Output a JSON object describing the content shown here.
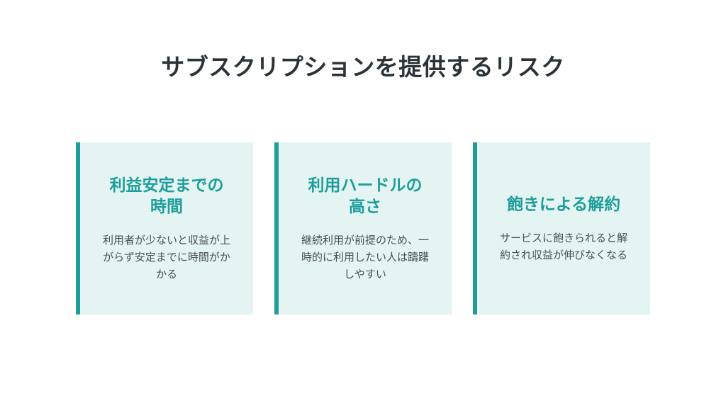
{
  "slide": {
    "title": "サブスクリプションを提供するリスク"
  },
  "cards": [
    {
      "title": "利益安定までの時間",
      "body": "利用者が少ないと収益が上がらず安定までに時間がかかる"
    },
    {
      "title": "利用ハードルの高さ",
      "body": "継続利用が前提のため、一時的に利用したい人は躊躇しやすい"
    },
    {
      "title": "飽きによる解約",
      "body": "サービスに飽きられると解約され収益が伸びなくなる"
    }
  ],
  "colors": {
    "accent": "#1f9e99",
    "card_background": "#e3f4f3",
    "title_text": "#2b3338",
    "body_text": "#4a4f53"
  }
}
